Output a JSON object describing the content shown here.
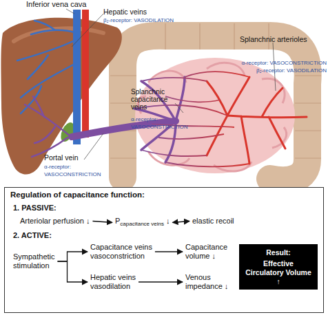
{
  "diagram": {
    "nodes": [
      {
        "text": [
          "Regulation of capacitance function:"
        ]
      },
      {
        "text": [
          "Arteriolar perfusion ↓"
        ],
        "in": 0
      },
      {
        "text": [
          "P",
          "capacitance veins",
          "↓"
        ],
        "in": 0
      },
      {
        "text": [
          "elastic recoil"
        ],
        "in": 0
      },
      {
        "text": [
          "Sympathetic stimulation"
        ],
        "in": 0
      },
      {
        "text": [
          "Capacitance veins vasoconstriction"
        ],
        "in": 0
      },
      {
        "text": [
          "Capacitance volume ↓"
        ],
        "in": 0
      },
      {
        "text": [
          "Hepatic veins vasodilation"
        ],
        "in": 0
      },
      {
        "text": [
          "Venous impedance ↓"
        ],
        "in": 0
      },
      {
        "text": [
          "Result:",
          "Effective Circulatory Volume ↑"
        ],
        "in": 0
      }
    ],
    "edges": [
      {
        "from": 1,
        "to": 2,
        "arrow": "to"
      },
      {
        "from": 2,
        "to": 3,
        "arrow": "both"
      },
      {
        "from": 4,
        "to": 5,
        "arrow": "to"
      },
      {
        "from": 4,
        "to": 7,
        "arrow": "to"
      },
      {
        "from": 5,
        "to": 6,
        "arrow": "to"
      },
      {
        "from": 7,
        "to": 8,
        "arrow": "to"
      }
    ],
    "labels": [
      "Inferior vena cava",
      "Hepatic veins",
      "β₂-receptor: VASODILATION",
      "Splanchnic arterioles",
      "α-receptor: VASOCONSTRICTION",
      "β₂-receptor: VASODILATION",
      "Splanchnic capacitance veins",
      "α-receptor: VASOCONSTRICTION",
      "Portal vein",
      "α-receptor: VASOCONSTRICTION",
      "1. PASSIVE:",
      "2. ACTIVE:"
    ]
  }
}
